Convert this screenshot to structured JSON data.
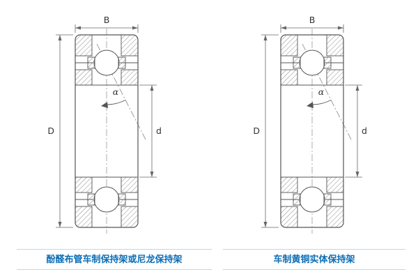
{
  "colors": {
    "caption_text": "#0d6eb5",
    "caption_rule": "#aedcf5",
    "diagram_line": "#555555"
  },
  "figures": [
    {
      "caption": "酚醛布管车制保持架或尼龙保持架",
      "dims": {
        "width": "B",
        "outer_diameter": "D",
        "bore": "d",
        "contact_angle": "α"
      }
    },
    {
      "caption": "车制黄铜实体保持架",
      "dims": {
        "width": "B",
        "outer_diameter": "D",
        "bore": "d",
        "contact_angle": "α"
      }
    }
  ]
}
